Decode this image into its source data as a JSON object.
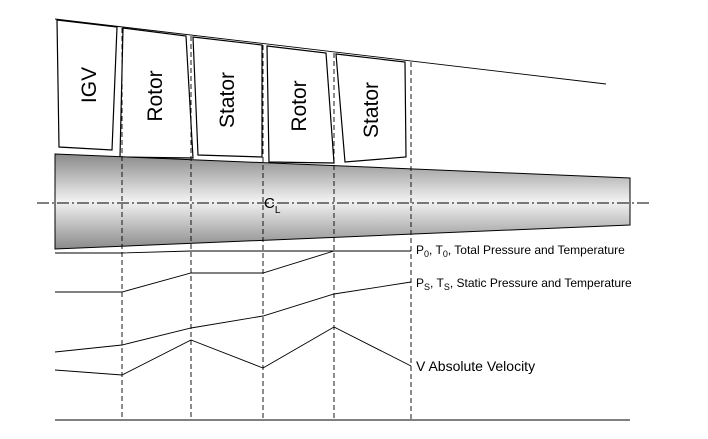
{
  "blade_rows": [
    {
      "label": "IGV"
    },
    {
      "label": "Rotor"
    },
    {
      "label": "Stator"
    },
    {
      "label": "Rotor"
    },
    {
      "label": "Stator"
    }
  ],
  "centerline": {
    "label": "C",
    "subscript": "L"
  },
  "curves": {
    "total": {
      "p": "P",
      "p_sub": "0",
      "sep1": ", ",
      "t": "T",
      "t_sub": "0",
      "sep2": ", ",
      "text": "Total Pressure and Temperature"
    },
    "static": {
      "p": "P",
      "p_sub": "S",
      "sep1": ", ",
      "t": "T",
      "t_sub": "S",
      "sep2": ", ",
      "text": "Static Pressure and Temperature"
    },
    "velocity": {
      "label": "V  Absolute Velocity"
    }
  },
  "colors": {
    "line": "#000000",
    "hub_dark": "#8a8a8a",
    "hub_light": "#f2f2f2"
  }
}
